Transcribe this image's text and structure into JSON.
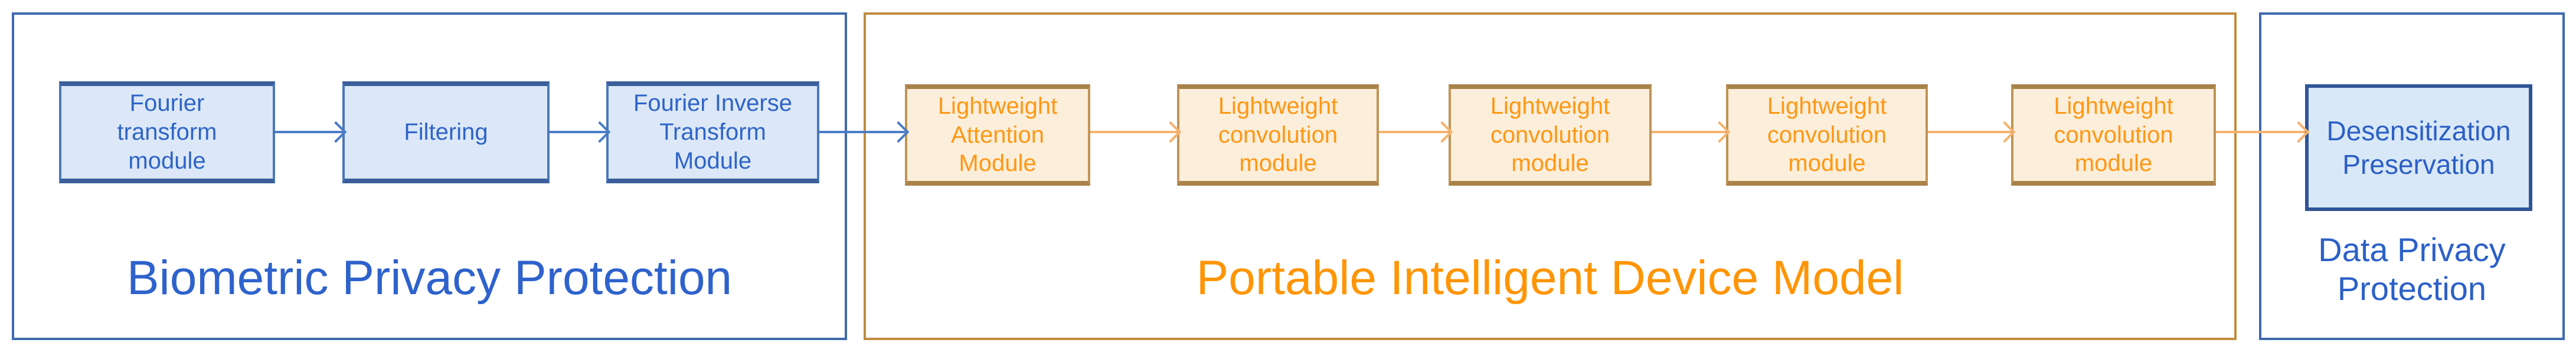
{
  "diagram": {
    "sections": [
      {
        "id": "biometric",
        "title": "Biometric Privacy Protection",
        "accent_color": "#2e62cc",
        "border_color": "#3f69ae",
        "box_fill": "#dce8f7",
        "box_border": "#3a5f9b",
        "boxes": [
          {
            "label": "Fourier\ntransform\nmodule"
          },
          {
            "label": "Filtering"
          },
          {
            "label": "Fourier Inverse\nTransform\nModule"
          }
        ]
      },
      {
        "id": "portable",
        "title": "Portable Intelligent Device Model",
        "accent_color": "#ff9505",
        "border_color": "#c08c3e",
        "box_fill": "#fbeeda",
        "box_border": "#a9824a",
        "boxes": [
          {
            "label": "Lightweight\nAttention\nModule"
          },
          {
            "label": "Lightweight\nconvolution\nmodule"
          },
          {
            "label": "Lightweight\nconvolution\nmodule"
          },
          {
            "label": "Lightweight\nconvolution\nmodule"
          },
          {
            "label": "Lightweight\nconvolution\nmodule"
          }
        ]
      },
      {
        "id": "data_privacy",
        "title": "Data Privacy\nProtection",
        "accent_color": "#2b60c8",
        "border_color": "#33599e",
        "box_fill": "#d9e8f6",
        "box_border": "#2f5597",
        "boxes": [
          {
            "label": "Desensitization\nPreservation"
          }
        ]
      }
    ],
    "flow": [
      {
        "from": "Fourier transform module",
        "to": "Filtering",
        "color": "#4a7cc7"
      },
      {
        "from": "Filtering",
        "to": "Fourier Inverse Transform Module",
        "color": "#4a7cc7"
      },
      {
        "from": "Fourier Inverse Transform Module",
        "to": "Lightweight Attention Module",
        "color": "#4a7cc7"
      },
      {
        "from": "Lightweight Attention Module",
        "to": "Lightweight convolution module 1",
        "color": "#f6b26d"
      },
      {
        "from": "Lightweight convolution module 1",
        "to": "Lightweight convolution module 2",
        "color": "#f6b26d"
      },
      {
        "from": "Lightweight convolution module 2",
        "to": "Lightweight convolution module 3",
        "color": "#f6b26d"
      },
      {
        "from": "Lightweight convolution module 3",
        "to": "Lightweight convolution module 4",
        "color": "#f6b26d"
      },
      {
        "from": "Lightweight convolution module 4",
        "to": "Desensitization Preservation",
        "color": "#f6b26d"
      }
    ]
  }
}
